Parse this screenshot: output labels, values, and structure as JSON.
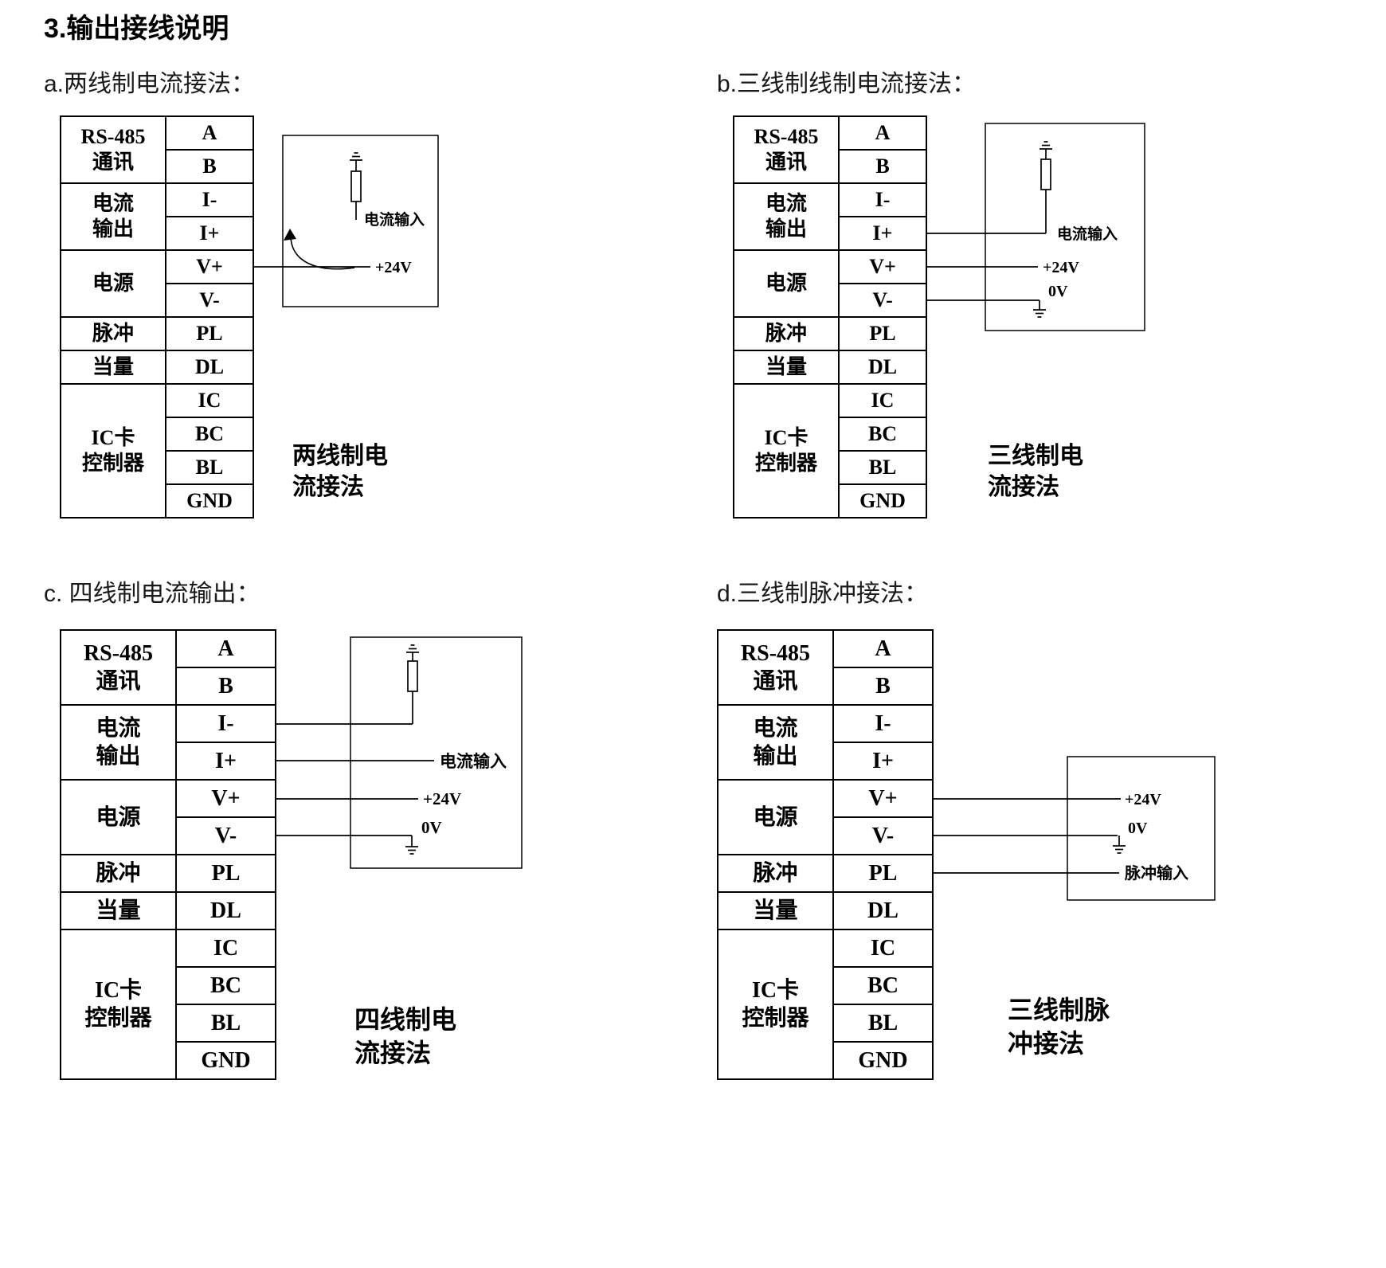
{
  "page": {
    "title": "3.输出接线说明"
  },
  "terminal_table": {
    "groups": [
      {
        "name": [
          "RS-485",
          "通讯"
        ],
        "terminals": [
          "A",
          "B"
        ]
      },
      {
        "name": [
          "电流",
          "输出"
        ],
        "terminals": [
          "I-",
          "I+"
        ]
      },
      {
        "name": [
          "电源"
        ],
        "terminals": [
          "V+",
          "V-"
        ]
      },
      {
        "name": [
          "脉冲"
        ],
        "terminals": [
          "PL"
        ]
      },
      {
        "name": [
          "当量"
        ],
        "terminals": [
          "DL"
        ]
      },
      {
        "name": [
          "IC卡",
          "控制器"
        ],
        "terminals": [
          "IC",
          "BC",
          "BL",
          "GND"
        ]
      }
    ]
  },
  "panels": [
    {
      "id": "a",
      "heading": "a.两线制电流接法：",
      "caption_line1": "两线制电",
      "caption_line2": "流接法",
      "labels": {
        "current_input": "电流输入",
        "v24": "+24V"
      }
    },
    {
      "id": "b",
      "heading": "b.三线制线制电流接法：",
      "caption_line1": "三线制电",
      "caption_line2": "流接法",
      "labels": {
        "current_input": "电流输入",
        "v24": "+24V",
        "v0": "0V"
      }
    },
    {
      "id": "c",
      "heading": "c. 四线制电流输出：",
      "caption_line1": "四线制电",
      "caption_line2": "流接法",
      "labels": {
        "current_input": "电流输入",
        "v24": "+24V",
        "v0": "0V"
      }
    },
    {
      "id": "d",
      "heading": "d.三线制脉冲接法：",
      "caption_line1": "三线制脉",
      "caption_line2": "冲接法",
      "labels": {
        "v24": "+24V",
        "v0": "0V",
        "pulse_input": "脉冲输入"
      }
    }
  ]
}
